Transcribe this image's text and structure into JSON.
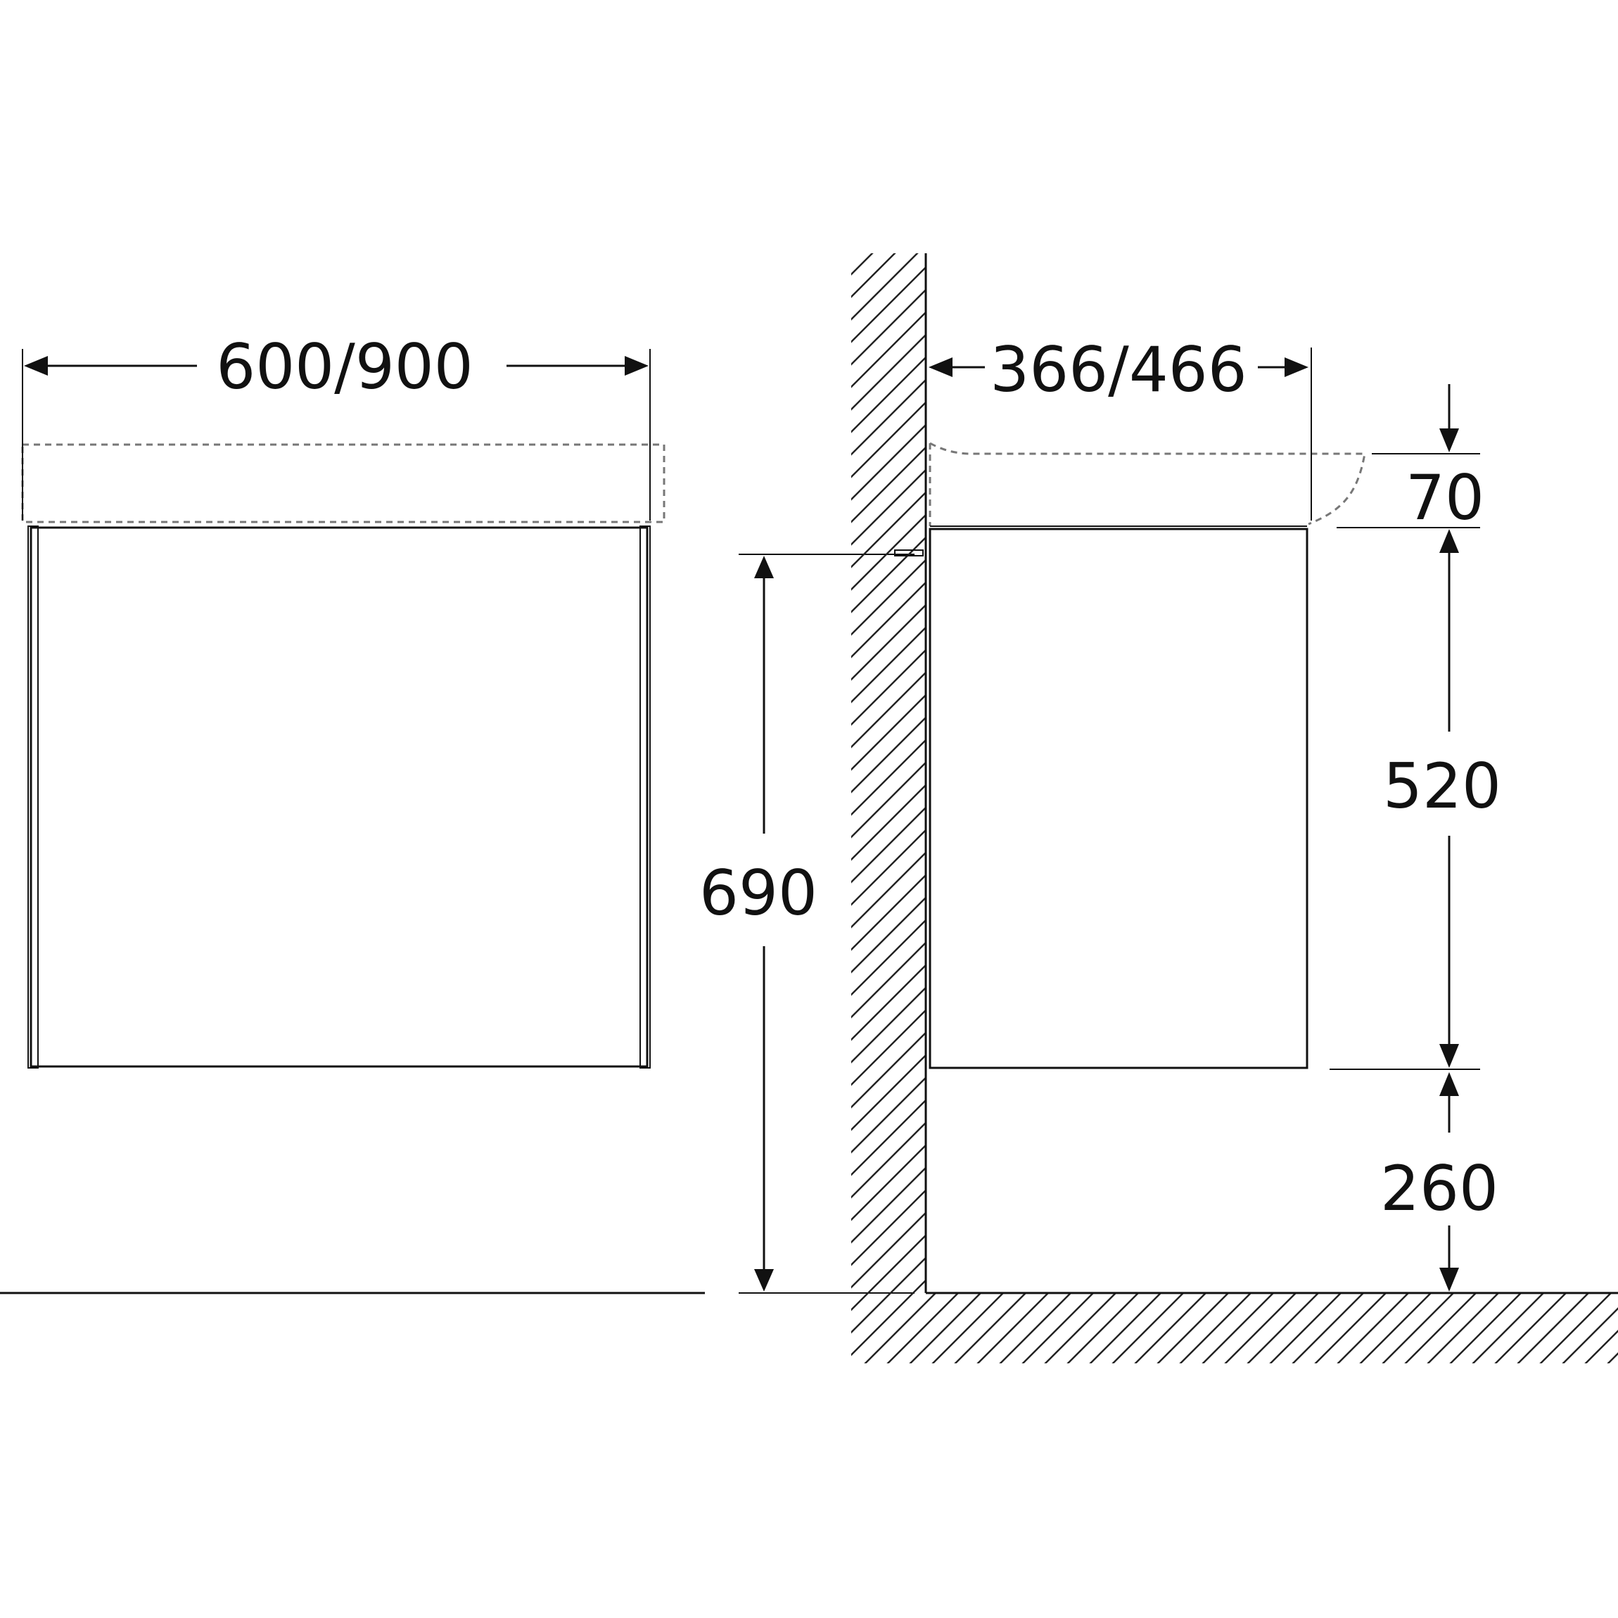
{
  "dimensions": {
    "width": "600/900",
    "depth": "366/466",
    "top_height": "70",
    "cabinet_height": "520",
    "floor_clearance": "260",
    "total_height": "690"
  },
  "colors": {
    "line": "#111111",
    "dashed_outline": "#777777",
    "background": "#ffffff"
  }
}
